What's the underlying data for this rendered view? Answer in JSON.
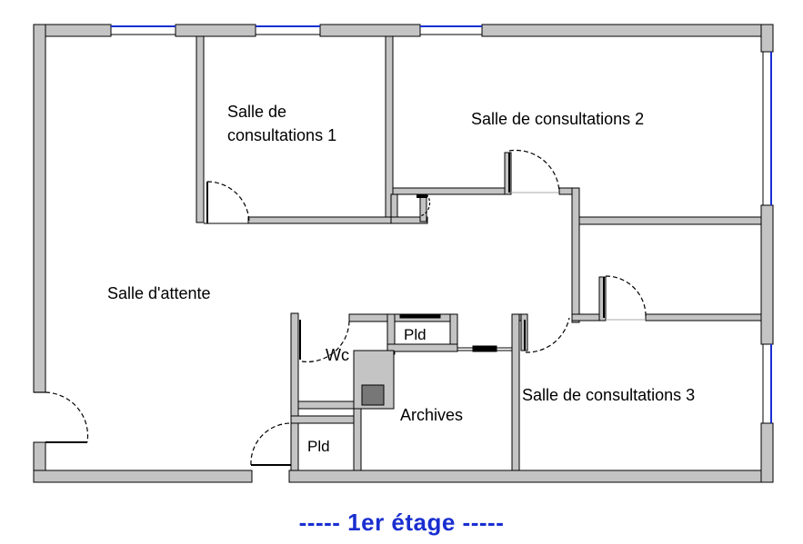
{
  "plan": {
    "rooms": {
      "consult1_line1": "Salle de",
      "consult1_line2": "consultations 1",
      "consult2": "Salle de consultations 2",
      "consult3": "Salle de consultations 3",
      "waiting": "Salle d'attente",
      "wc": "Wc",
      "pld_top": "Pld",
      "pld_bottom": "Pld",
      "archives": "Archives"
    },
    "title": "----- 1er étage -----"
  },
  "colors": {
    "wall_fill": "#c4c4c4",
    "wall_stroke": "#000000",
    "window": "#1a2fd0",
    "title": "#1a2fd0"
  }
}
